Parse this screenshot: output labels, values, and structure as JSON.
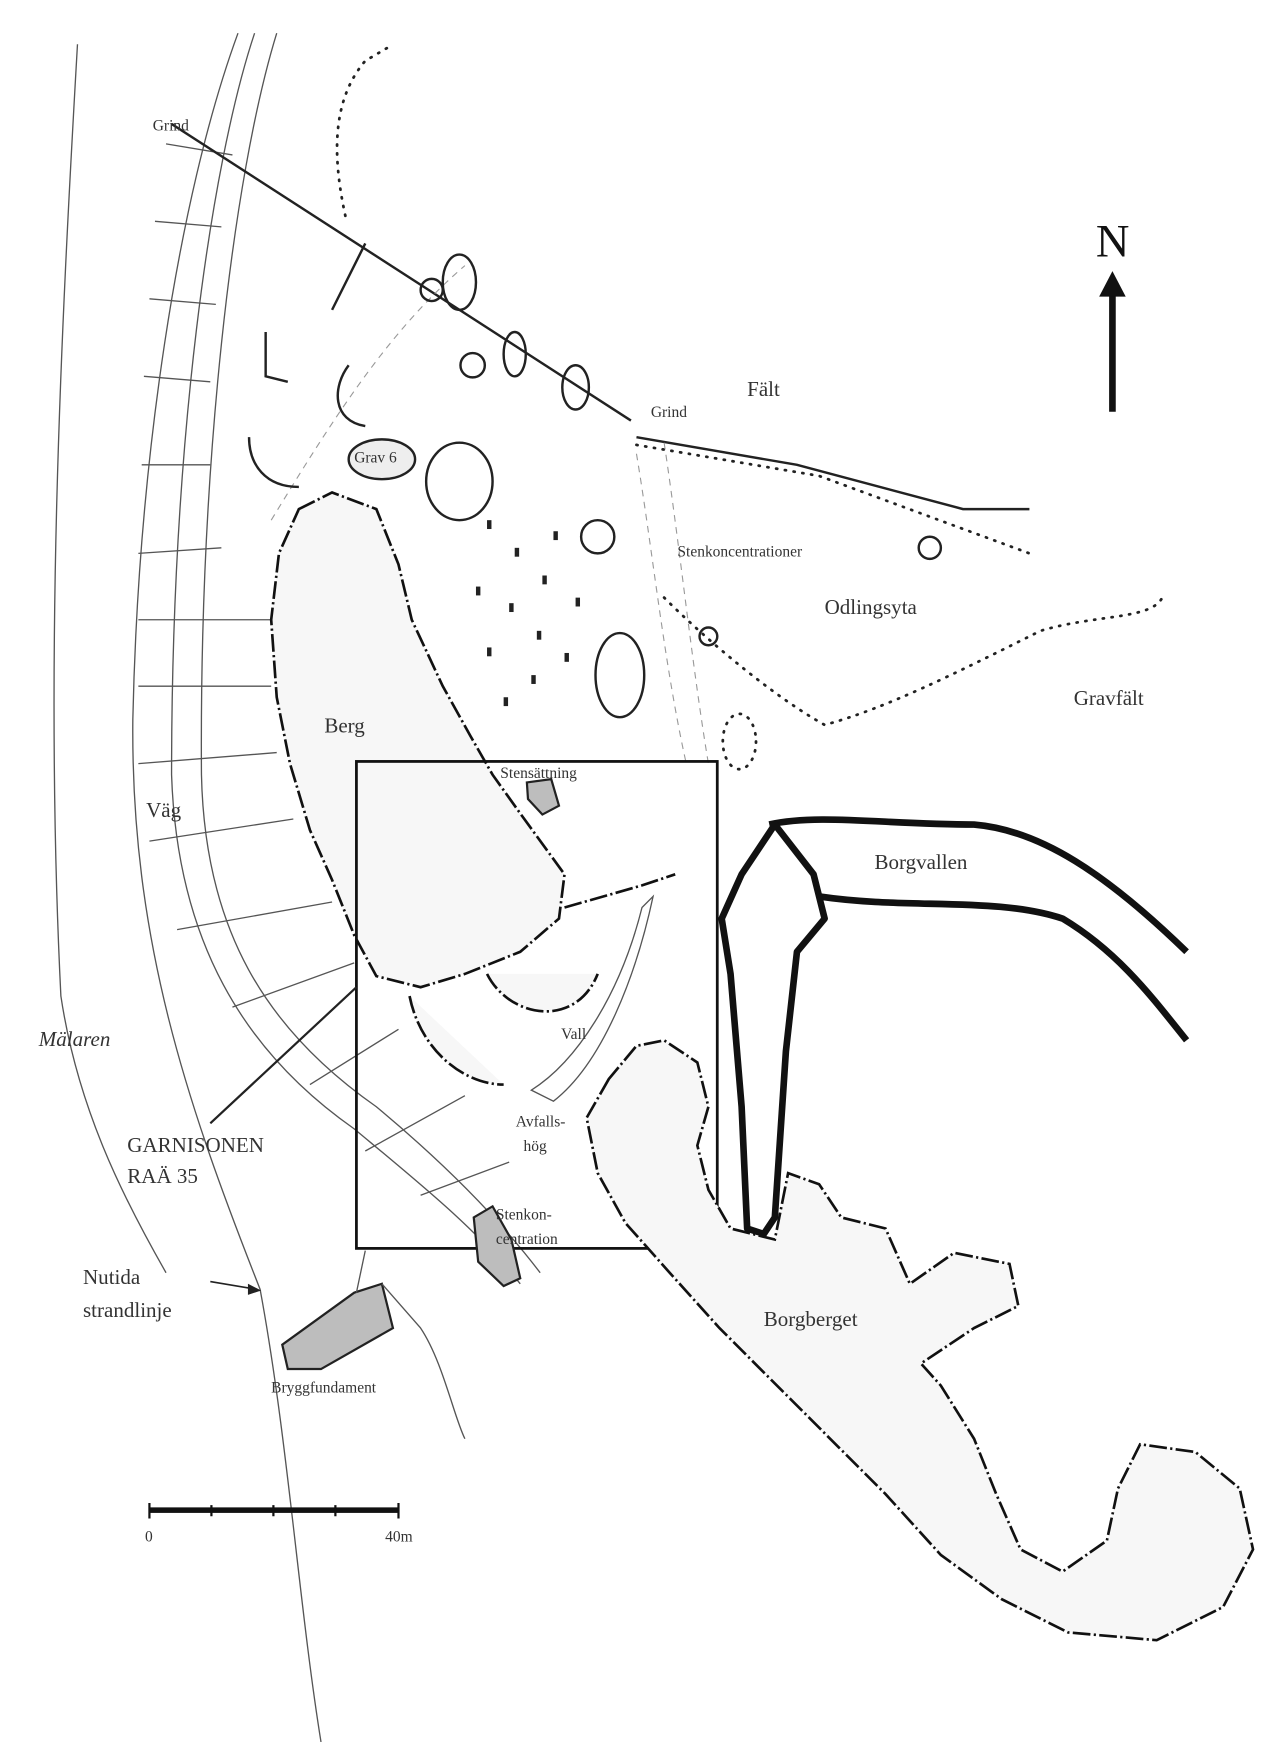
{
  "map": {
    "north_label": "N",
    "labels": {
      "grind_1": "Grind",
      "grind_2": "Grind",
      "falt": "Fält",
      "grav": "Grav 6",
      "stenkoncentrationer": "Stenkoncentrationer",
      "odlingsyta": "Odlingsyta",
      "gravfalt": "Gravfält",
      "berg": "Berg",
      "vag": "Väg",
      "stensattning": "Stensättning",
      "borgvallen": "Borgvallen",
      "vall": "Vall",
      "malaren": "Mälaren",
      "garnisonen_1": "GARNISONEN",
      "garnisonen_2": "RAÄ 35",
      "avfallshog_1": "Avfalls-",
      "avfallshog_2": "hög",
      "stenkoncentration_1": "Stenkon-",
      "stenkoncentration_2": "centration",
      "nutida_1": "Nutida",
      "nutida_2": "strandlinje",
      "bryggfundament": "Bryggfundament",
      "borgberget": "Borgberget"
    },
    "scale_bar": {
      "start_label": "0",
      "end_label": "40m"
    },
    "colors": {
      "ink": "#111111",
      "fill_grey": "#bdbdbd"
    }
  }
}
